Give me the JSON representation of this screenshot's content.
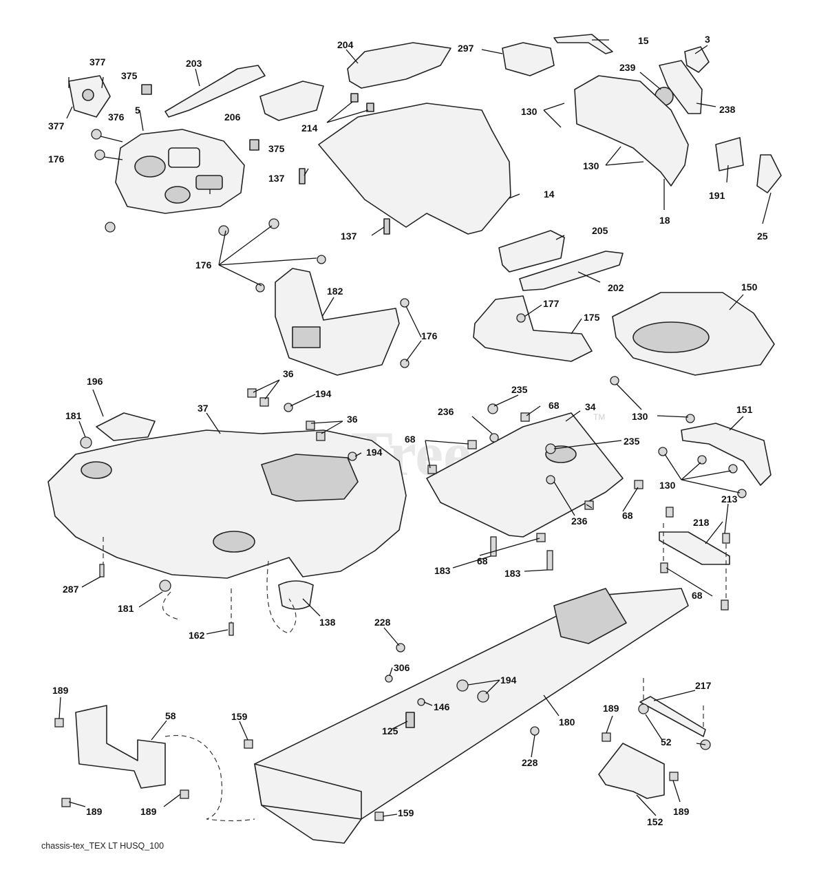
{
  "watermark": {
    "text": "PartsTree",
    "trademark": "TM"
  },
  "footer": {
    "caption": "chassis-tex_TEX LT HUSQ_100"
  },
  "callouts": {
    "c377a": "377",
    "c377b": "377",
    "c375a": "375",
    "c376": "376",
    "c5": "5",
    "c176a": "176",
    "c203": "203",
    "c204": "204",
    "c206": "206",
    "c214": "214",
    "c375b": "375",
    "c137a": "137",
    "c137b": "137",
    "c14": "14",
    "c297": "297",
    "c15": "15",
    "c3": "3",
    "c239": "239",
    "c130a": "130",
    "c238": "238",
    "c130b": "130",
    "c191": "191",
    "c25": "25",
    "c18": "18",
    "c176b": "176",
    "c182": "182",
    "c176c": "176",
    "c205": "205",
    "c202": "202",
    "c177": "177",
    "c175": "175",
    "c150": "150",
    "c196": "196",
    "c36a": "36",
    "c37": "37",
    "c194a": "194",
    "c36b": "36",
    "c181a": "181",
    "c194b": "194",
    "c235a": "235",
    "c236a": "236",
    "c68a": "68",
    "c34": "34",
    "c68b": "68",
    "c235b": "235",
    "c130c": "130",
    "c151": "151",
    "c130d": "130",
    "c68c": "68",
    "c213": "213",
    "c183a": "183",
    "c236b": "236",
    "c68d": "68",
    "c183b": "183",
    "c218": "218",
    "c287": "287",
    "c181b": "181",
    "c162": "162",
    "c138": "138",
    "c68e": "68",
    "c228a": "228",
    "c306": "306",
    "c194c": "194",
    "c189a": "189",
    "c58": "58",
    "c159a": "159",
    "c146": "146",
    "c125": "125",
    "c180": "180",
    "c217": "217",
    "c189b": "189",
    "c52": "52",
    "c228b": "228",
    "c189c": "189",
    "c189d": "189",
    "c159b": "159",
    "c152": "152",
    "c189e": "189"
  }
}
